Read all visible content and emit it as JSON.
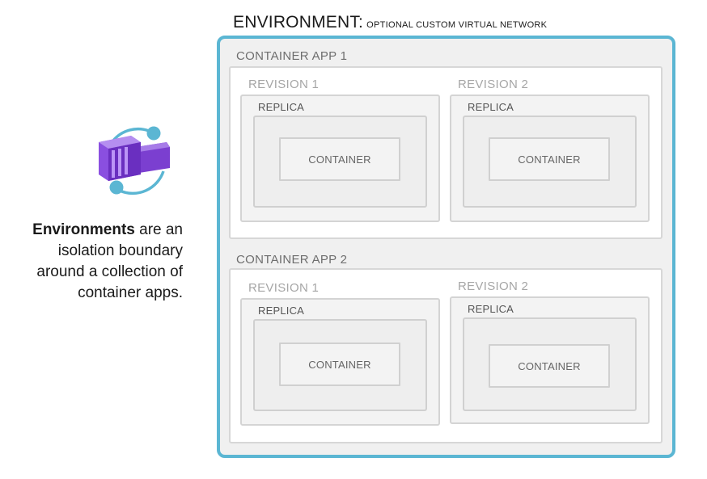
{
  "caption": {
    "bold": "Environments",
    "rest": " are an isolation boundary around a collection of container apps."
  },
  "environment": {
    "title": "ENVIRONMENT:",
    "subtitle": "OPTIONAL CUSTOM VIRTUAL NETWORK"
  },
  "apps": [
    {
      "label": "CONTAINER APP 1",
      "revisions": [
        {
          "label": "REVISION 1",
          "replica": "REPLICA",
          "container": "CONTAINER"
        },
        {
          "label": "REVISION 2",
          "replica": "REPLICA",
          "container": "CONTAINER"
        }
      ]
    },
    {
      "label": "CONTAINER APP 2",
      "revisions": [
        {
          "label": "REVISION 1",
          "replica": "REPLICA",
          "container": "CONTAINER"
        },
        {
          "label": "REVISION 2",
          "replica": "REPLICA",
          "container": "CONTAINER"
        }
      ]
    }
  ],
  "colors": {
    "environment_border": "#5bb6d3",
    "icon_purple": "#7b3fd0",
    "icon_light_purple": "#a77ce8",
    "icon_ring": "#5bb6d3"
  },
  "icon": "container-apps-environment-icon"
}
